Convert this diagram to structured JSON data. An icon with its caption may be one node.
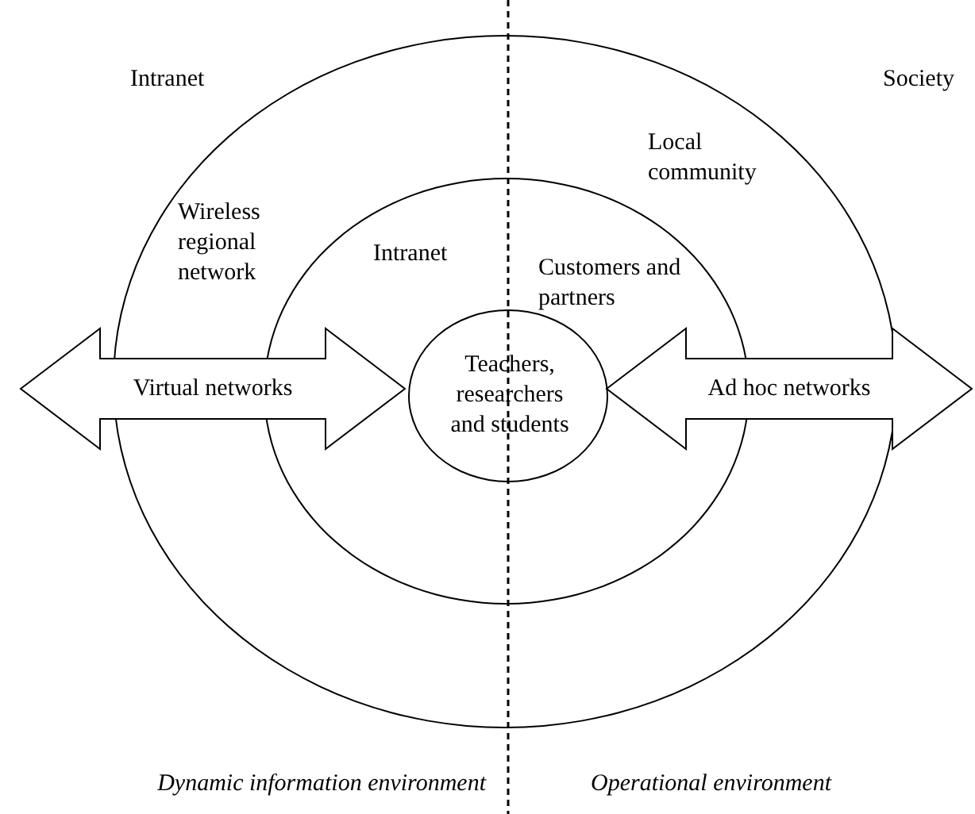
{
  "diagram": {
    "nodes": [
      {
        "text": [
          "Wireless regional network",
          "Local community"
        ]
      },
      {
        "text": [
          "Intranet",
          "Customers and partners"
        ],
        "in": 0
      },
      {
        "text": [
          "Teachers, researchers and students"
        ],
        "in": 1
      },
      {
        "text": [
          "Virtual networks"
        ]
      },
      {
        "text": [
          "Ad hoc networks"
        ]
      }
    ],
    "labels": [
      "Intranet",
      "Society",
      "Dynamic information environment",
      "Operational environment"
    ]
  }
}
